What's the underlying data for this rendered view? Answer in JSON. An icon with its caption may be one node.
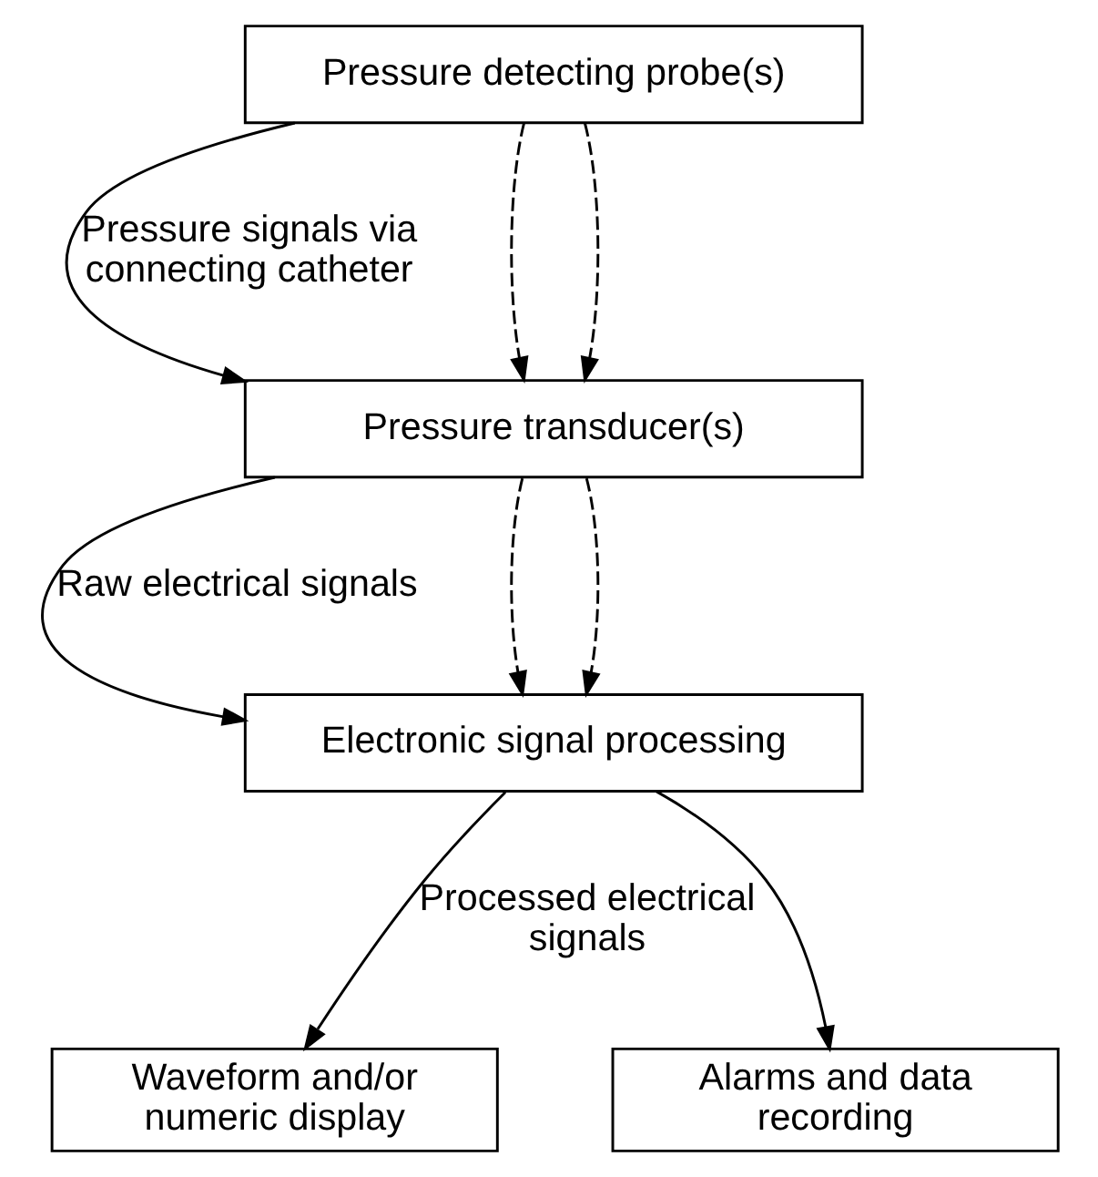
{
  "diagram": {
    "nodes": [
      {
        "text": [
          "Pressure detecting probe(s)"
        ]
      },
      {
        "text": [
          "Pressure transducer(s)"
        ]
      },
      {
        "text": [
          "Electronic signal processing"
        ]
      },
      {
        "text": [
          "Waveform and/or numeric display"
        ]
      },
      {
        "text": [
          "Alarms and data recording"
        ]
      }
    ],
    "edges": [
      {
        "from": 0,
        "to": 1,
        "arrow": "to",
        "label": "Pressure signals via connecting catheter"
      },
      {
        "from": 0,
        "to": 1,
        "arrow": "to",
        "style": "dashed"
      },
      {
        "from": 0,
        "to": 1,
        "arrow": "to",
        "style": "dashed"
      },
      {
        "from": 1,
        "to": 2,
        "arrow": "to",
        "label": "Raw electrical signals"
      },
      {
        "from": 1,
        "to": 2,
        "arrow": "to",
        "style": "dashed"
      },
      {
        "from": 1,
        "to": 2,
        "arrow": "to",
        "style": "dashed"
      },
      {
        "from": 2,
        "to": 3,
        "arrow": "to",
        "label": "Processed electrical signals"
      },
      {
        "from": 2,
        "to": 4,
        "arrow": "to"
      }
    ]
  }
}
